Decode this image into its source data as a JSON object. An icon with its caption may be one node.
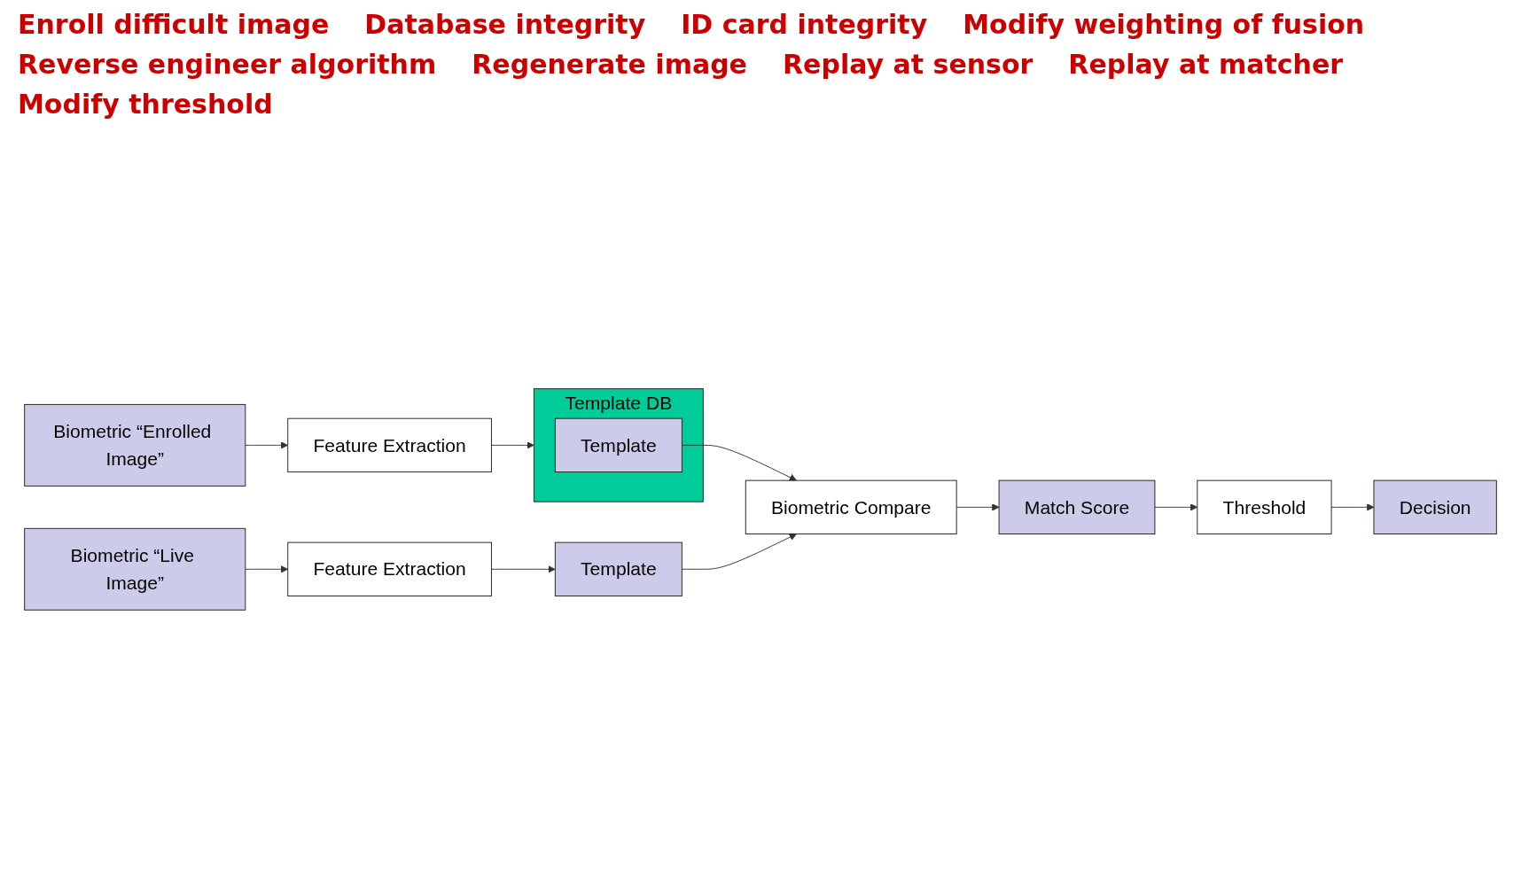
{
  "diagram": {
    "nodes": [
      {
        "text": [
          "Biometric “Enrolled Image”"
        ]
      },
      {
        "text": [
          "Feature Extraction"
        ]
      },
      {
        "text": [
          "Template DB"
        ]
      },
      {
        "text": [
          "Template"
        ],
        "in": 2
      },
      {
        "text": [
          "Biometric Compare"
        ]
      },
      {
        "text": [
          "Match Score"
        ]
      },
      {
        "text": [
          "Threshold"
        ]
      },
      {
        "text": [
          "Decision"
        ]
      },
      {
        "text": [
          "Biometric “Live Image”"
        ]
      },
      {
        "text": [
          "Feature Extraction"
        ]
      },
      {
        "text": [
          "Template"
        ]
      }
    ],
    "edges": [
      {
        "from": 0,
        "to": 1,
        "arrow": "to"
      },
      {
        "from": 1,
        "to": 2,
        "arrow": "to"
      },
      {
        "from": 3,
        "to": 4,
        "arrow": "to"
      },
      {
        "from": 4,
        "to": 5,
        "arrow": "to"
      },
      {
        "from": 5,
        "to": 6,
        "arrow": "to"
      },
      {
        "from": 6,
        "to": 7,
        "arrow": "to"
      },
      {
        "from": 8,
        "to": 9,
        "arrow": "to"
      },
      {
        "from": 9,
        "to": 10,
        "arrow": "to"
      },
      {
        "from": 10,
        "to": 4,
        "arrow": "to"
      }
    ],
    "labels": [
      "Enroll difficult image",
      "Database integrity",
      "ID card integrity",
      "Modify weighting of fusion",
      "Reverse engineer algorithm",
      "Regenerate image",
      "Replay at sensor",
      "Replay at matcher",
      "Modify threshold"
    ]
  }
}
